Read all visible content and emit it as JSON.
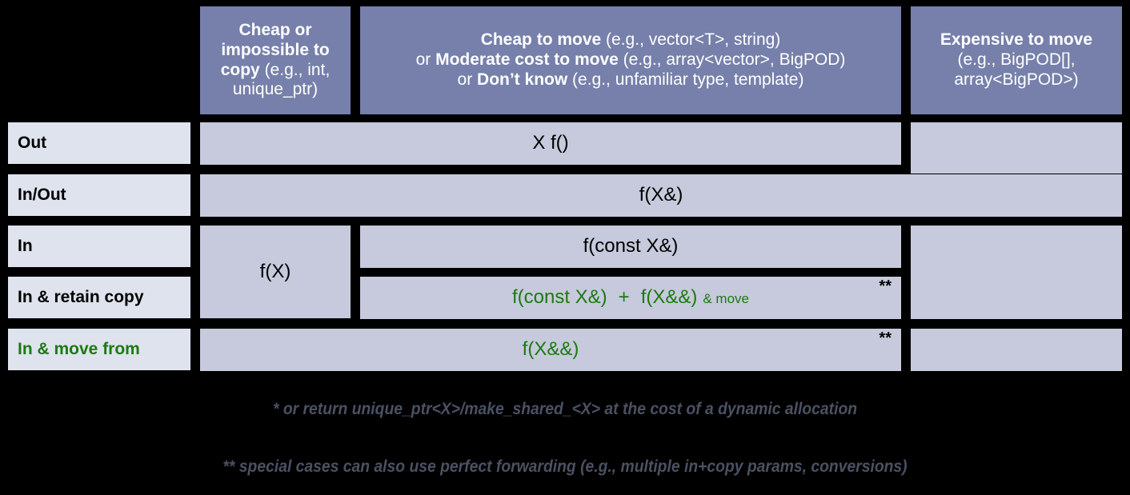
{
  "colors": {
    "header_fill": "#7680AA",
    "row_label_fill": "#DFE3EE",
    "body_cell_fill": "#C6CADC",
    "background": "#000000",
    "accent_green": "#1C7A11",
    "footnote_text": "#4B5162",
    "header_text": "#FFFFFF"
  },
  "table": {
    "corner_label": "",
    "columns": [
      {
        "id": "cheap-or-impossible-to-copy",
        "strong": "Cheap or impossible to copy",
        "example": " (e.g., int, unique_ptr)"
      },
      {
        "id": "cheap-to-move",
        "lines": [
          {
            "strong": "Cheap to move",
            "example": " (e.g., vector<T>, string)"
          },
          {
            "prefix": "or ",
            "strong": "Moderate cost to move",
            "example": " (e.g., array<vector>, BigPOD)"
          },
          {
            "prefix": "or ",
            "strong": "Don’t know",
            "example": " (e.g., unfamiliar type, template)"
          }
        ]
      },
      {
        "id": "expensive-to-move",
        "lines": [
          {
            "strong": "Expensive to move",
            "example": ""
          },
          {
            "strong": "",
            "example": "(e.g., BigPOD[],"
          },
          {
            "strong": "",
            "example": "array<BigPOD>)"
          }
        ]
      }
    ],
    "rows": [
      {
        "id": "out",
        "label": "Out",
        "label_color": "black"
      },
      {
        "id": "in-out",
        "label": "In/Out",
        "label_color": "black"
      },
      {
        "id": "in",
        "label": "In",
        "label_color": "black"
      },
      {
        "id": "in-retain-copy",
        "label": "In & retain copy",
        "label_color": "black"
      },
      {
        "id": "in-move-from",
        "label": "In & move from",
        "label_color": "green"
      }
    ],
    "cells": {
      "out_main": "X f()",
      "out_expensive": "",
      "inout_main": "f(X&)",
      "in_copy_span": "f(X)",
      "in_main": "f(const X&)",
      "retain_first": "f(const X&)",
      "retain_plus": "+",
      "retain_second": "f(X&&)",
      "retain_suffix": "& move",
      "retain_marker": "**",
      "movefrom_main": "f(X&&)",
      "movefrom_marker": "**",
      "in_expensive": "",
      "movefrom_expensive": ""
    }
  },
  "footnotes": [
    {
      "id": "footnote-single-star",
      "text": "* or return unique_ptr<X>/make_shared_<X> at the cost of a dynamic allocation"
    },
    {
      "id": "footnote-double-star",
      "text": "** special cases can also use perfect forwarding (e.g., multiple in+copy params, conversions)"
    }
  ]
}
